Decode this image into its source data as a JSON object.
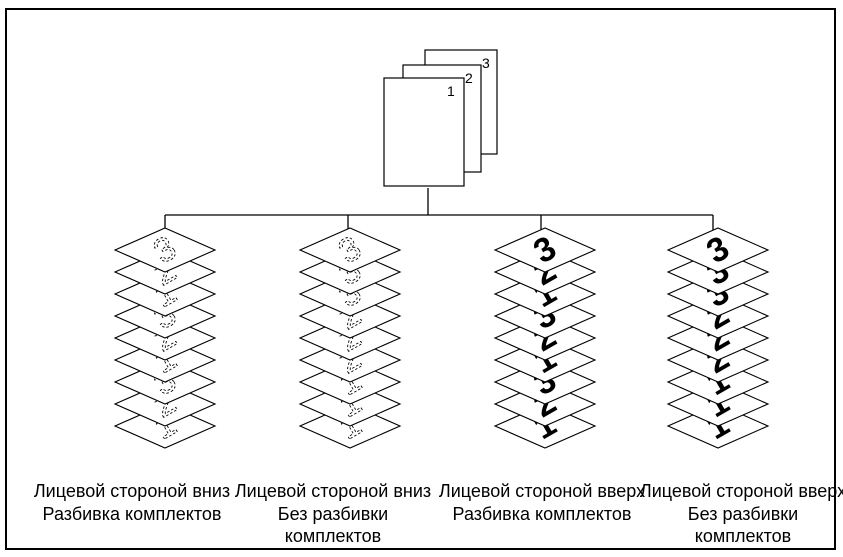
{
  "original_pages": {
    "page_numbers": [
      "1",
      "2",
      "3"
    ]
  },
  "outputs": [
    {
      "caption": "Лицевой стороной вниз Разбивка комплектов",
      "face": "down",
      "stack_order": [
        "3",
        "2",
        "1",
        "3",
        "2",
        "1",
        "3",
        "2",
        "1"
      ]
    },
    {
      "caption": "Лицевой стороной вниз Без разбивки комплектов",
      "face": "down",
      "stack_order": [
        "3",
        "3",
        "3",
        "2",
        "2",
        "2",
        "1",
        "1",
        "1"
      ]
    },
    {
      "caption": "Лицевой стороной вверх Разбивка комплектов",
      "face": "up",
      "stack_order": [
        "3",
        "2",
        "1",
        "3",
        "2",
        "1",
        "3",
        "2",
        "1"
      ]
    },
    {
      "caption": "Лицевой стороной вверх Без разбивки комплектов",
      "face": "up",
      "stack_order": [
        "3",
        "3",
        "3",
        "2",
        "2",
        "2",
        "1",
        "1",
        "1"
      ]
    }
  ],
  "colors": {
    "line": "#000000",
    "sheet": "#ffffff",
    "background": "#ffffff"
  }
}
